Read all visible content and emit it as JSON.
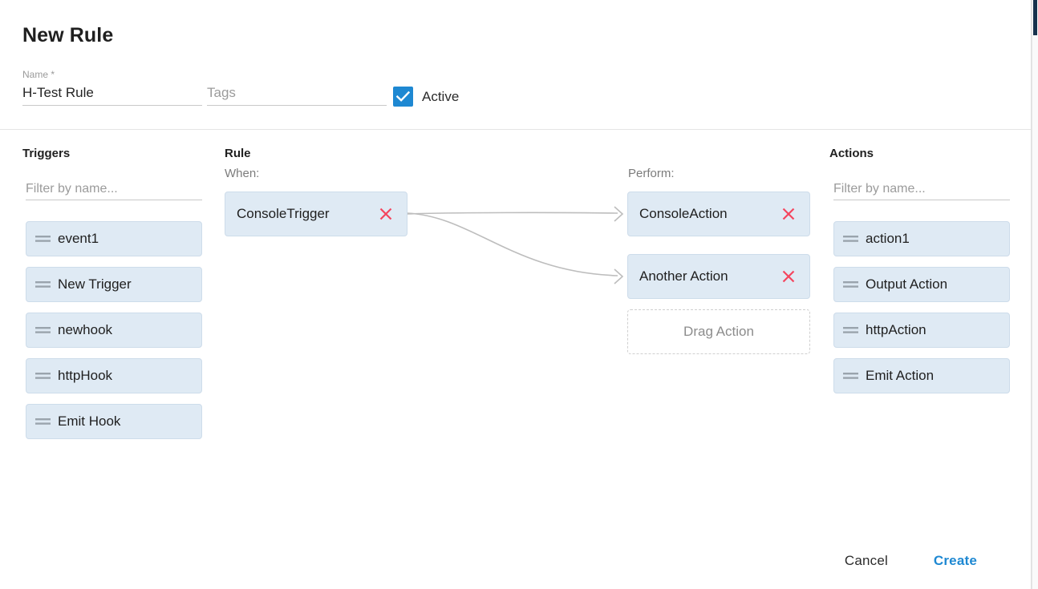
{
  "header": {
    "title": "New Rule",
    "name_field": {
      "label": "Name *",
      "value": "H-Test Rule",
      "placeholder": ""
    },
    "tags_field": {
      "label": "",
      "value": "",
      "placeholder": "Tags"
    },
    "active_checkbox": {
      "label": "Active",
      "checked": true,
      "color": "#1e88d2"
    }
  },
  "triggers_panel": {
    "heading": "Triggers",
    "filter_placeholder": "Filter by name...",
    "filter_value": "",
    "items": [
      {
        "label": "event1"
      },
      {
        "label": "New Trigger"
      },
      {
        "label": "newhook"
      },
      {
        "label": "httpHook"
      },
      {
        "label": "Emit Hook"
      }
    ]
  },
  "rule_panel": {
    "heading": "Rule",
    "when_label": "When:",
    "perform_label": "Perform:",
    "triggers": [
      {
        "label": "ConsoleTrigger",
        "remove_icon": "close-icon"
      }
    ],
    "actions": [
      {
        "label": "ConsoleAction",
        "remove_icon": "close-icon"
      },
      {
        "label": "Another Action",
        "remove_icon": "close-icon"
      }
    ],
    "dropzone_label": "Drag Action"
  },
  "actions_panel": {
    "heading": "Actions",
    "filter_placeholder": "Filter by name...",
    "filter_value": "",
    "items": [
      {
        "label": "action1"
      },
      {
        "label": "Output Action"
      },
      {
        "label": "httpAction"
      },
      {
        "label": "Emit Action"
      }
    ]
  },
  "footer": {
    "cancel_label": "Cancel",
    "create_label": "Create"
  },
  "colors": {
    "accent": "#1e88d2",
    "node_bg": "#dfeaf4",
    "node_border": "#cddcea",
    "remove_red": "#f4455e",
    "connector": "#bdbdbd"
  }
}
